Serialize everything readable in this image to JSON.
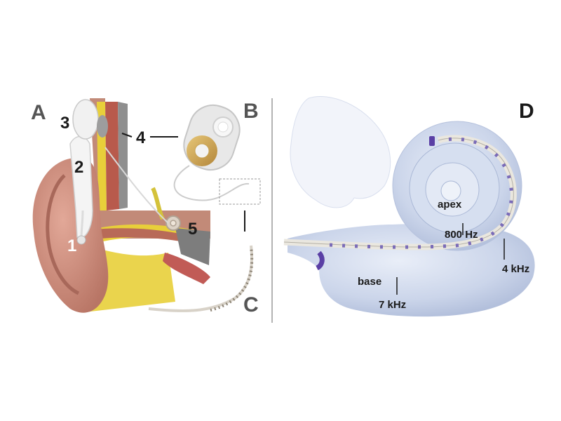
{
  "panels": {
    "a": "A",
    "b": "B",
    "c": "C",
    "d": "D"
  },
  "parts": {
    "p1": "1",
    "p2": "2",
    "p3": "3",
    "p4": "4",
    "p5": "5"
  },
  "cochlea_labels": {
    "apex": "apex",
    "mid": "800 Hz",
    "high": "4 kHz",
    "base": "base",
    "base_freq": "7 kHz"
  },
  "colors": {
    "skin": "#c98a7a",
    "bone": "#e8cf3a",
    "cochlea": "#c8d3ea",
    "electrode": "#6a4fb0",
    "implant_gold": "#c9a04a",
    "divider": "#9a9a9a"
  }
}
